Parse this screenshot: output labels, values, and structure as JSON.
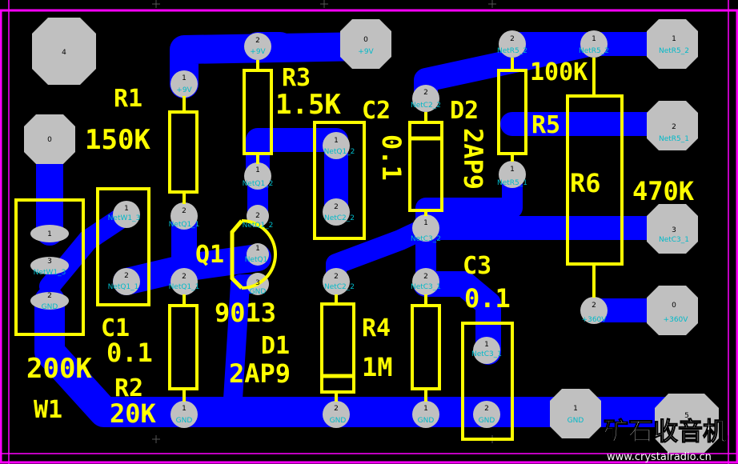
{
  "board": {
    "colors": {
      "background": "#000000",
      "trace": "#0000ff",
      "pad": "#c0c0c0",
      "silkscreen": "#ffff00",
      "border": "#ff00ff",
      "net_text": "#00b9c8"
    }
  },
  "silkscreen": {
    "R1_ref": "R1",
    "R1_val": "150K",
    "R2_ref": "R2",
    "R2_val": "20K",
    "R3_ref": "R3",
    "R3_val": "1.5K",
    "R4_ref": "R4",
    "R4_val": "1M",
    "R5_ref": "R5",
    "R5_val": "100K",
    "R6_ref": "R6",
    "R6_val": "470K",
    "C1_ref": "C1",
    "C1_val": "0.1",
    "C2_ref": "C2",
    "C2_val": "0.1",
    "C3_ref": "C3",
    "C3_val": "0.1",
    "D1_ref": "D1",
    "D1_val": "2AP9",
    "D2_ref": "D2",
    "D2_val": "2AP9",
    "Q1_ref": "Q1",
    "Q1_val": "9013",
    "W1_ref": "W1",
    "W1_val": "200K"
  },
  "pads": {
    "p4": {
      "num": "4",
      "net": ""
    },
    "p0_left": {
      "num": "0",
      "net": ""
    },
    "r3_2": {
      "num": "2",
      "net": "+9V"
    },
    "p0_9v": {
      "num": "0",
      "net": "+9V"
    },
    "r5_2": {
      "num": "2",
      "net": "NetR5_2"
    },
    "r6_1": {
      "num": "1",
      "net": "NetR5_2"
    },
    "j_r5_2": {
      "num": "1",
      "net": "NetR5_2"
    },
    "r1_1": {
      "num": "1",
      "net": "+9V"
    },
    "c2_2": {
      "num": "2",
      "net": "NetC2_2"
    },
    "c2_1": {
      "num": "1",
      "net": "NetQ1_2"
    },
    "c2_2b": {
      "num": "2",
      "net": "NetC2_2"
    },
    "j_r5_1": {
      "num": "2",
      "net": "NetR5_1"
    },
    "r3_1": {
      "num": "1",
      "net": "NetQ1_2"
    },
    "r5_1": {
      "num": "1",
      "net": "NetR5_1"
    },
    "cw1_1": {
      "num": "1",
      "net": "NetW1_3"
    },
    "r1_2": {
      "num": "2",
      "net": "NetQ1_1"
    },
    "q1_2": {
      "num": "2",
      "net": "NetQ1_2"
    },
    "d2_1": {
      "num": "1",
      "net": "NetC3_2"
    },
    "j_c3_1": {
      "num": "3",
      "net": "NetC3_1"
    },
    "w1_1": {
      "num": "1",
      "net": ""
    },
    "q1_1": {
      "num": "1",
      "net": "NetQ1"
    },
    "w1_3": {
      "num": "3",
      "net": "NetW1_3"
    },
    "cw1_2": {
      "num": "2",
      "net": "NetQ1_1"
    },
    "r2_2": {
      "num": "2",
      "net": "NetQ1_1"
    },
    "q1_3": {
      "num": "3",
      "net": "GND"
    },
    "d1_2": {
      "num": "2",
      "net": "NetC2_2"
    },
    "d1_1b": {
      "num": "2",
      "net": "NetC3_1"
    },
    "w1_2": {
      "num": "2",
      "net": "GND"
    },
    "r6_2": {
      "num": "2",
      "net": "+360V"
    },
    "p0_360": {
      "num": "0",
      "net": "+360V"
    },
    "c3_1": {
      "num": "1",
      "net": "NetC3_1"
    },
    "r2_1": {
      "num": "1",
      "net": "GND"
    },
    "d1_1": {
      "num": "2",
      "net": "GND"
    },
    "r4_1": {
      "num": "1",
      "net": "GND"
    },
    "c3_2": {
      "num": "2",
      "net": "GND"
    },
    "p_gnd": {
      "num": "1",
      "net": "GND"
    },
    "p5": {
      "num": "5",
      "net": ""
    }
  },
  "watermark": {
    "logo_text": "矿石收音机",
    "url": "www.crystalradio.cn"
  }
}
